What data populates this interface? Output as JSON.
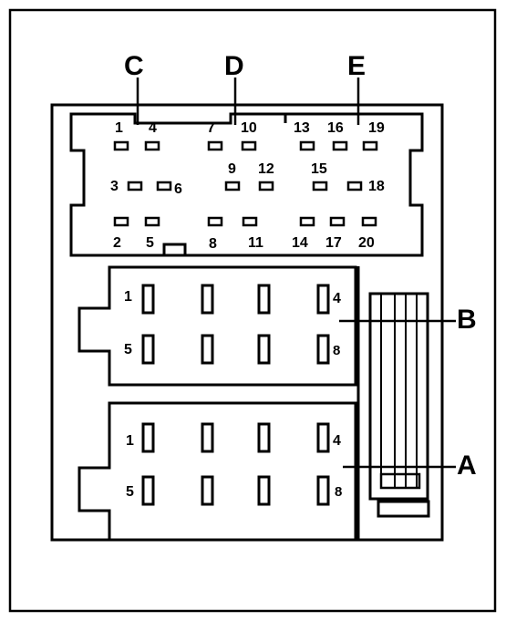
{
  "labels": {
    "c": "C",
    "d": "D",
    "e": "E",
    "b": "B",
    "a": "A"
  },
  "top_connector": {
    "pins": {
      "p1": "1",
      "p2": "2",
      "p3": "3",
      "p4": "4",
      "p5": "5",
      "p6": "6",
      "p7": "7",
      "p8": "8",
      "p9": "9",
      "p10": "10",
      "p11": "11",
      "p12": "12",
      "p13": "13",
      "p14": "14",
      "p15": "15",
      "p16": "16",
      "p17": "17",
      "p18": "18",
      "p19": "19",
      "p20": "20"
    }
  },
  "connector_b": {
    "pins": {
      "p1": "1",
      "p4": "4",
      "p5": "5",
      "p8": "8"
    }
  },
  "connector_a": {
    "pins": {
      "p1": "1",
      "p4": "4",
      "p5": "5",
      "p8": "8"
    }
  }
}
